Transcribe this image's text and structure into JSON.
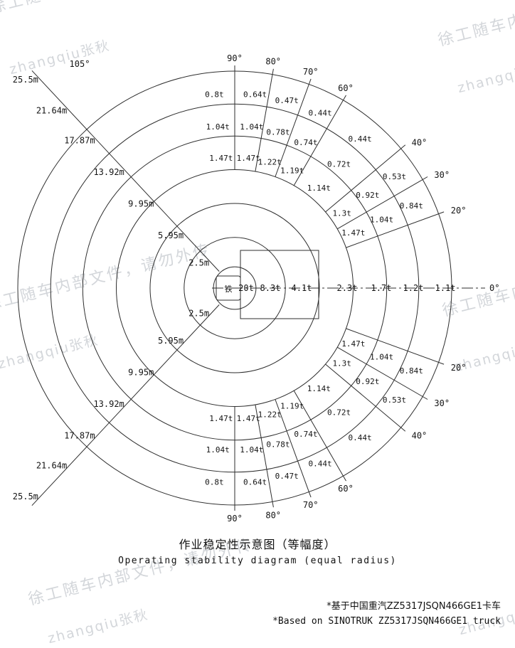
{
  "watermark": {
    "line1": "徐工随车内部文件，请勿外传",
    "line2": "zhangqiu张秋"
  },
  "captions": {
    "title_zh": "作业稳定性示意图（等幅度）",
    "title_en": "Operating stability diagram (equal radius)",
    "note_zh": "*基于中国重汽ZZ5317JSQN466GE1卡车",
    "note_en": "*Based on SINOTRUK ZZ5317JSQN466GE1 truck"
  },
  "chart_data": {
    "type": "table",
    "title_zh": "作业稳定性示意图（等幅度）",
    "title_en": "Operating stability diagram (equal radius)",
    "units": {
      "radius": "m",
      "load": "t",
      "angle": "deg"
    },
    "radii_m": [
      2.5,
      5.95,
      9.95,
      13.92,
      17.87,
      21.64,
      25.5
    ],
    "radius_labels": [
      "2.5m",
      "5.95m",
      "9.95m",
      "13.92m",
      "17.87m",
      "21.64m",
      "25.5m"
    ],
    "zero_axis_label": "0°",
    "max_angle_label": "105°",
    "boundary_angle_labels": [
      {
        "deg": 20,
        "label": "20°"
      },
      {
        "deg": 30,
        "label": "30°"
      },
      {
        "deg": 40,
        "label": "40°"
      },
      {
        "deg": 60,
        "label": "60°"
      },
      {
        "deg": 70,
        "label": "70°"
      },
      {
        "deg": 80,
        "label": "80°"
      },
      {
        "deg": 90,
        "label": "90°"
      }
    ],
    "axis_0deg_loads": [
      "20t",
      "8.3t",
      "4.1t",
      "2.3t",
      "1.7t",
      "1.2t",
      "1.1t"
    ],
    "sector_load_radius_bands_m": [
      [
        13.92,
        17.87
      ],
      [
        17.87,
        21.64
      ],
      [
        21.64,
        25.5
      ]
    ],
    "sectors": [
      {
        "from_deg": 20,
        "to_deg": 30,
        "loads_inner_to_outer": [
          "1.47t",
          "1.04t",
          "0.84t"
        ]
      },
      {
        "from_deg": 30,
        "to_deg": 40,
        "loads_inner_to_outer": [
          "1.3t",
          "0.92t",
          "0.53t"
        ]
      },
      {
        "from_deg": 40,
        "to_deg": 60,
        "loads_inner_to_outer": [
          "1.14t",
          "0.72t",
          "0.44t"
        ]
      },
      {
        "from_deg": 60,
        "to_deg": 70,
        "loads_inner_to_outer": [
          "1.19t",
          "0.74t",
          "0.44t"
        ]
      },
      {
        "from_deg": 70,
        "to_deg": 80,
        "loads_inner_to_outer": [
          "1.22t",
          "0.78t",
          "0.47t"
        ]
      },
      {
        "from_deg": 80,
        "to_deg": 90,
        "loads_inner_to_outer": [
          "1.47t",
          "1.04t",
          "0.64t"
        ]
      },
      {
        "from_deg": 90,
        "to_deg": 105,
        "loads_inner_to_outer": [
          "1.47t",
          "1.04t",
          "0.8t"
        ]
      }
    ],
    "lower_half_mirrors_upper": true,
    "truck_cab_label": "铁"
  }
}
